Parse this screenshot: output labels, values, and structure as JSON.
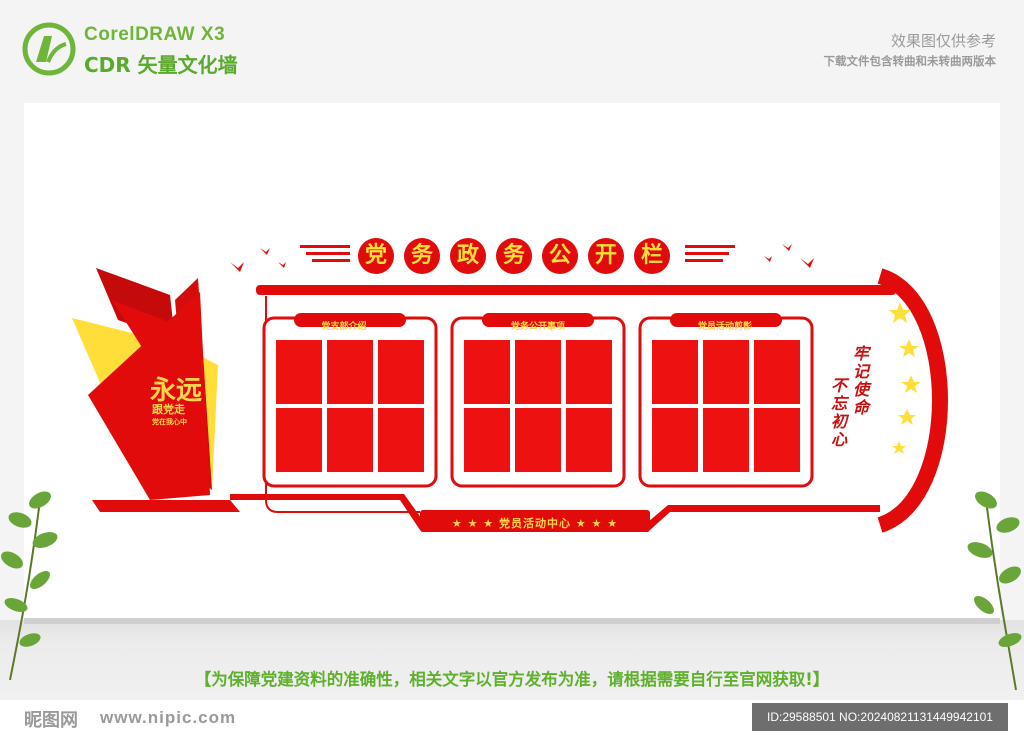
{
  "brand": {
    "line1": "CorelDRAW X3",
    "line2": "CDR 矢量文化墙"
  },
  "notice": {
    "line1": "效果图仅供参考",
    "line2": "下载文件包含转曲和未转曲两版本"
  },
  "board": {
    "title_chars": [
      "党",
      "务",
      "政",
      "务",
      "公",
      "开",
      "栏"
    ],
    "panels": [
      {
        "label": "党支部介绍"
      },
      {
        "label": "党务公开事项"
      },
      {
        "label": "党员活动剪影"
      }
    ],
    "bottom_label": "★ ★ ★  党员活动中心  ★ ★ ★",
    "right_slogan": {
      "col1": "牢记使命",
      "col2": "不忘初心"
    },
    "flag_slogan": {
      "main": "永远",
      "secondary": "跟党走",
      "small": "党在我心中"
    },
    "colors": {
      "red": "#e10b0b",
      "yellow": "#ffde3a",
      "dark_red": "#c40a0a"
    }
  },
  "disclaimer": "【为保障党建资料的准确性，相关文字以官方发布为准，请根据需要自行至官网获取!】",
  "footer": {
    "site_logo": "昵图网",
    "site_url": "www.nipic.com",
    "image_id": "ID:29588501 NO:20240821131449942101"
  }
}
